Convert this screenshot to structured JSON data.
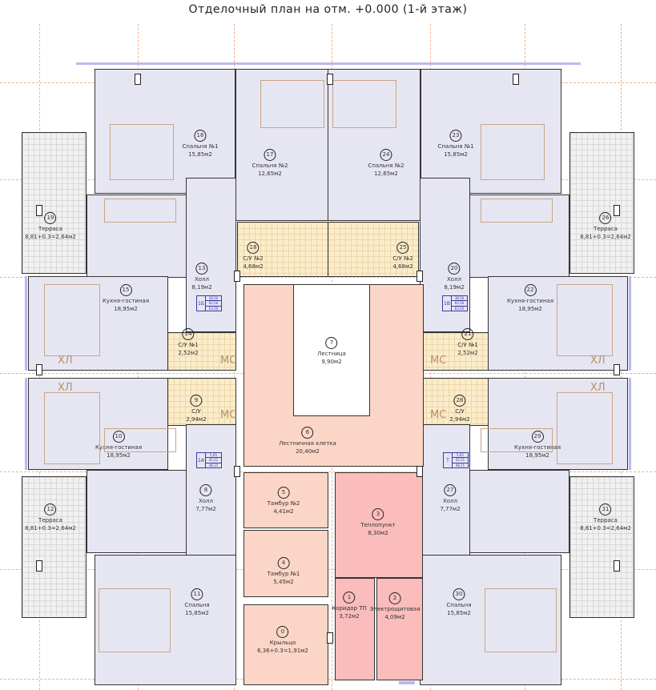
{
  "title": "Отделочный план на отм. +0.000 (1-й этаж)",
  "rooms": {
    "r0": {
      "num": "0",
      "name": "Крыльцо",
      "area": "6,36+0.3=1,91м2"
    },
    "r1": {
      "num": "1",
      "name": "Коридор ТП",
      "area": "3,72м2"
    },
    "r2": {
      "num": "2",
      "name": "Электрощитовая",
      "area": "4,09м2"
    },
    "r3": {
      "num": "3",
      "name": "Теплопункт",
      "area": "8,30м2"
    },
    "r4": {
      "num": "4",
      "name": "Тамбур №1",
      "area": "5,45м2"
    },
    "r5": {
      "num": "5",
      "name": "Тамбур №2",
      "area": "4,41м2"
    },
    "r6": {
      "num": "6",
      "name": "Лестничная клетка",
      "area": "20,40м2"
    },
    "r7": {
      "num": "7",
      "name": "Лестница",
      "area": "9,90м2"
    },
    "r8": {
      "num": "8",
      "name": "Холл",
      "area": "7,77м2"
    },
    "r9": {
      "num": "9",
      "name": "С/У",
      "area": "2,94м2"
    },
    "r10": {
      "num": "10",
      "name": "Кухня-гостиная",
      "area": "18,95м2"
    },
    "r11": {
      "num": "11",
      "name": "Спальня",
      "area": "15,85м2"
    },
    "r12": {
      "num": "12",
      "name": "Терраса",
      "area": "8,81+0.3=2,64м2"
    },
    "r13": {
      "num": "13",
      "name": "Холл",
      "area": "8,19м2"
    },
    "r14": {
      "num": "14",
      "name": "С/У №1",
      "area": "2,52м2"
    },
    "r15": {
      "num": "15",
      "name": "Кухня-гостиная",
      "area": "18,95м2"
    },
    "r16": {
      "num": "16",
      "name": "Спальня №1",
      "area": "15,85м2"
    },
    "r17": {
      "num": "17",
      "name": "Спальня №2",
      "area": "12,65м2"
    },
    "r18": {
      "num": "18",
      "name": "С/У №2",
      "area": "4,68м2"
    },
    "r19": {
      "num": "19",
      "name": "Терраса",
      "area": "8,81+0.3=2,64м2"
    },
    "r20": {
      "num": "20",
      "name": "Холл",
      "area": "8,19м2"
    },
    "r21": {
      "num": "21",
      "name": "С/У №1",
      "area": "2,52м2"
    },
    "r22": {
      "num": "22",
      "name": "Кухня-гостиная",
      "area": "18,95м2"
    },
    "r23": {
      "num": "23",
      "name": "Спальня №1",
      "area": "15,85м2"
    },
    "r24": {
      "num": "24",
      "name": "Спальня №2",
      "area": "12,65м2"
    },
    "r25": {
      "num": "25",
      "name": "С/У №2",
      "area": "4,68м2"
    },
    "r26": {
      "num": "26",
      "name": "Терраса",
      "area": "8,81+0.3=2,64м2"
    },
    "r27": {
      "num": "27",
      "name": "Холл",
      "area": "7,77м2"
    },
    "r28": {
      "num": "28",
      "name": "С/У",
      "area": "2,94м2"
    },
    "r29": {
      "num": "29",
      "name": "Кухня-гостиная",
      "area": "18,95м2"
    },
    "r30": {
      "num": "30",
      "name": "Спальня",
      "area": "15,85м2"
    },
    "r31": {
      "num": "31",
      "name": "Терраса",
      "area": "8,81+0.3=2,64м2"
    }
  },
  "apartment_tags": {
    "t1b": {
      "code": "1Б",
      "values": [
        "38,50",
        "62,56",
        "63,50"
      ]
    },
    "t1v": {
      "code": "1В",
      "values": [
        "38,50",
        "62,56",
        "63,50"
      ]
    },
    "t1a": {
      "code": "1А",
      "values": [
        "5,65",
        "45,51",
        "48,15"
      ]
    },
    "tt": {
      "code": "Т",
      "values": [
        "5,65",
        "45,51",
        "48,15"
      ]
    }
  },
  "marks": {
    "storage": "ХЛ",
    "utility": "МС"
  },
  "colors": {
    "apartment": "#e6e6f3",
    "wet": "#fbeccb",
    "terrace": "#f1f1f1",
    "public": "#fbd6c6",
    "technical": "#fbbcbc",
    "tag": "#3a3aa0"
  }
}
